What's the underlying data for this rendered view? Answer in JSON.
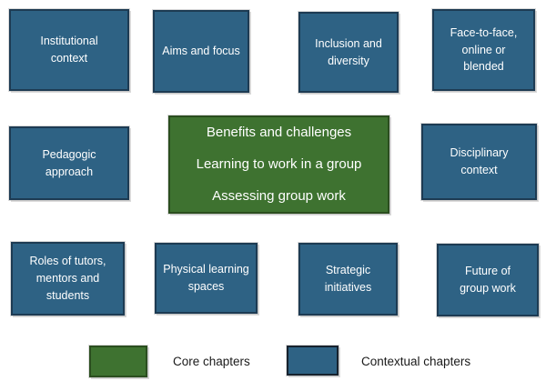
{
  "diagram": {
    "core_box": {
      "lines": [
        "Benefits and challenges",
        "Learning to work in a group",
        "Assessing group work"
      ]
    },
    "contextual_boxes": {
      "institutional": "Institutional\ncontext",
      "aims": "Aims and focus",
      "inclusion": "Inclusion and\ndiversity",
      "face": "Face-to-face,\nonline or\nblended",
      "pedagogic": "Pedagogic\napproach",
      "disciplinary": "Disciplinary\ncontext",
      "roles": "Roles of tutors,\nmentors and\nstudents",
      "physical": "Physical learning\nspaces",
      "strategic": "Strategic\ninitiatives",
      "future": "Future of\ngroup work"
    },
    "legend": {
      "core_label": "Core chapters",
      "contextual_label": "Contextual chapters"
    },
    "colors": {
      "core_fill": "#3e7230",
      "core_border": "#2b4e1f",
      "contextual_fill": "#2e6284",
      "contextual_border": "#1d3b53"
    }
  }
}
